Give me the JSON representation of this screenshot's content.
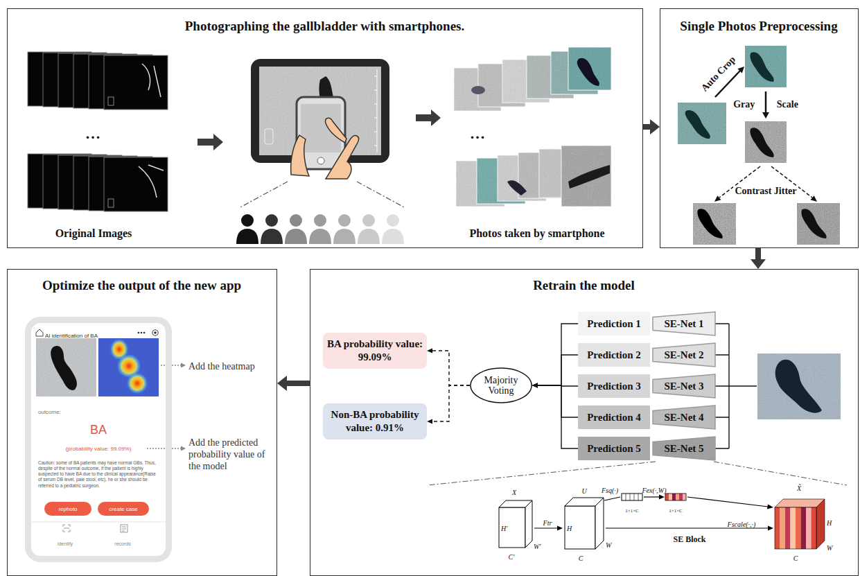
{
  "diagram": {
    "nodes": [
      {
        "text": [
          "Photographing the gallbladder with smartphones."
        ]
      },
      {
        "text": [
          "Single Photos Preprocessing"
        ]
      },
      {
        "text": [
          "Optimize the output of the new app"
        ]
      },
      {
        "text": [
          "Retrain the model"
        ]
      },
      {
        "text": [
          "AI identification of BA",
          "outcome:",
          "BA",
          "(probability value: 99.09%)",
          "Caution: some of BA patients may have normal GBs. Thus, despite of the normal outcome, if the patient is highly suspected to have BA due to the clinical appearance(Raise of serum DB level, pale stool, etc), he or she should be referred to a pediatric surgeon.",
          "identify",
          "records"
        ],
        "in": 2
      },
      {
        "text": [
          "rephoto"
        ],
        "in": 4
      },
      {
        "text": [
          "create case"
        ],
        "in": 4
      },
      {
        "text": [
          "Prediction 1"
        ],
        "in": 3
      },
      {
        "text": [
          "Prediction 2"
        ],
        "in": 3
      },
      {
        "text": [
          "Prediction 3"
        ],
        "in": 3
      },
      {
        "text": [
          "Prediction 4"
        ],
        "in": 3
      },
      {
        "text": [
          "Prediction 5"
        ],
        "in": 3
      },
      {
        "text": [
          "SE-Net 1"
        ],
        "in": 3
      },
      {
        "text": [
          "SE-Net 2"
        ],
        "in": 3
      },
      {
        "text": [
          "SE-Net 3"
        ],
        "in": 3
      },
      {
        "text": [
          "SE-Net 4"
        ],
        "in": 3
      },
      {
        "text": [
          "SE-Net 5"
        ],
        "in": 3
      },
      {
        "text": [
          "Majority Voting"
        ],
        "in": 3
      },
      {
        "text": [
          "BA probability value: 99.09%"
        ],
        "in": 3
      },
      {
        "text": [
          "Non-BA probability value: 0.91%"
        ],
        "in": 3
      }
    ],
    "edges": [
      {
        "from": 0,
        "to": 1,
        "arrow": "to"
      },
      {
        "from": 1,
        "to": 3,
        "arrow": "to"
      },
      {
        "from": 3,
        "to": 2,
        "arrow": "to"
      },
      {
        "from": 7,
        "to": 17,
        "arrow": "to"
      },
      {
        "from": 8,
        "to": 17,
        "arrow": "to"
      },
      {
        "from": 9,
        "to": 17,
        "arrow": "to"
      },
      {
        "from": 10,
        "to": 17,
        "arrow": "to"
      },
      {
        "from": 11,
        "to": 17,
        "arrow": "to"
      },
      {
        "from": 17,
        "to": 18,
        "arrow": "to"
      },
      {
        "from": 17,
        "to": 19,
        "arrow": "to"
      }
    ],
    "labels": [
      "...",
      "Original Images",
      "...",
      "Photos taken by smartphone",
      "Auto Crop",
      "Gray Scale",
      "Contrast Jitter",
      "Add the heatmap",
      "Add the predicted probability value of the model",
      "X",
      "U",
      "X̃",
      "Ftr",
      "Fsq(·)",
      "Fex(·,W)",
      "Fscale(·,·)",
      "SE Block",
      "1×1×C",
      "1×1×C",
      "H′",
      "W′",
      "C′",
      "H",
      "W",
      "C",
      "H",
      "W",
      "C"
    ]
  }
}
